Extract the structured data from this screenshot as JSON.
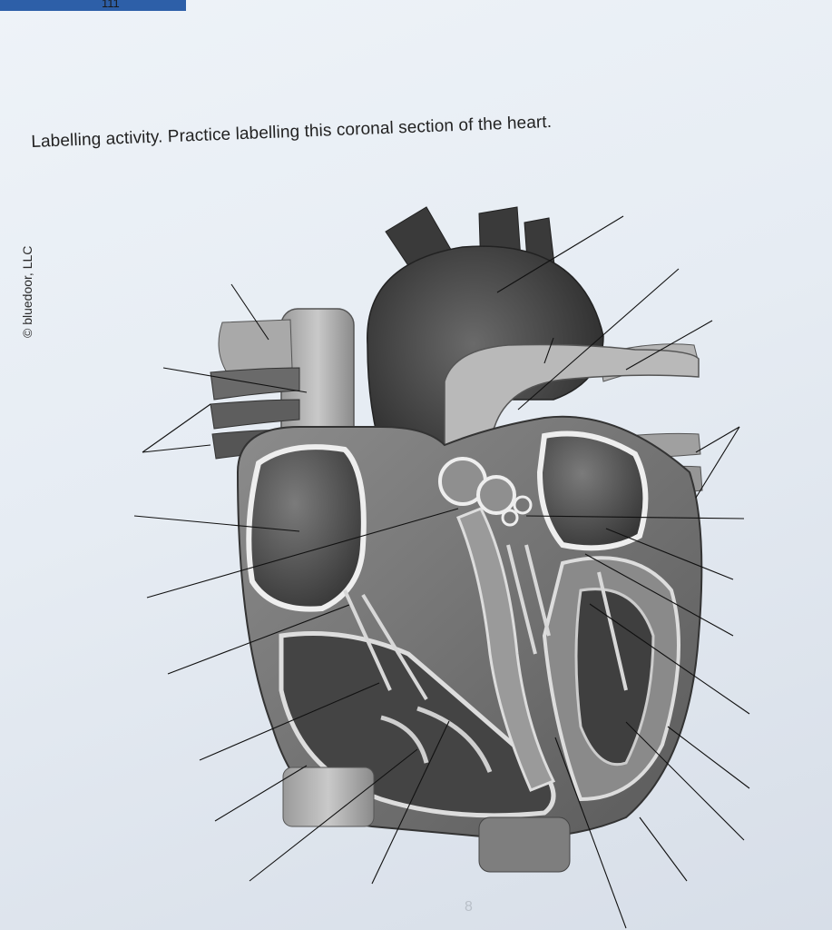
{
  "worksheet": {
    "title": "Labelling activity. Practice labelling this coronal section of the heart.",
    "copyright": "© bluedoor, LLC",
    "prev_page_mark": "111",
    "page_number": "8"
  },
  "colors": {
    "paper": "#e9eef4",
    "ink": "#222222",
    "heart_dark": "#3a3a3a",
    "heart_mid": "#7a7a7a",
    "heart_light": "#b8b8b8"
  }
}
